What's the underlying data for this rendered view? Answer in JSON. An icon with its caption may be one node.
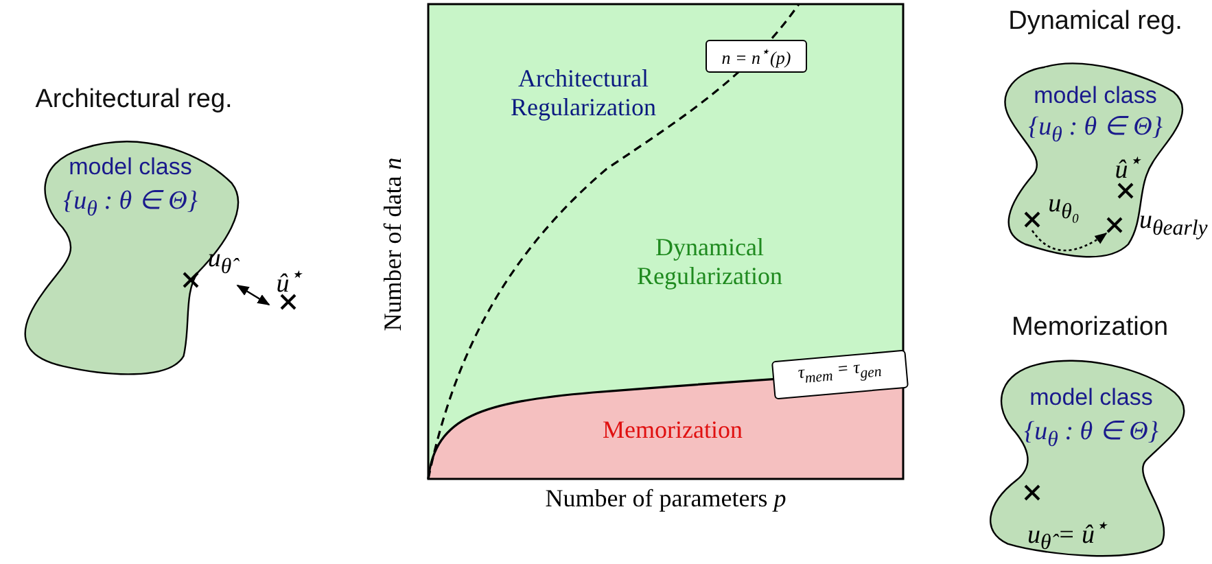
{
  "diagram": {
    "nodes": [
      {
        "text": [
          "Architectural reg.",
          "model class",
          "{u$_{θ}$ : θ ∈ Θ}"
        ]
      },
      {
        "text": [
          "u$_{θ̂}$"
        ]
      },
      {
        "text": [
          "û$^{⋆}$"
        ]
      },
      {
        "text": [
          "Dynamical reg.",
          "model class",
          "{u$_{θ}$ : θ ∈ Θ}"
        ]
      },
      {
        "text": [
          "û$^{⋆}$"
        ],
        "in": 3
      },
      {
        "text": [
          "u$_{θ₀}$"
        ],
        "in": 3
      },
      {
        "text": [
          "u$_{θearly}$"
        ]
      },
      {
        "text": [
          "Memorization",
          "model class",
          "{u$_{θ}$ : θ ∈ Θ}"
        ]
      },
      {
        "text": [
          "u$_{θ̂}$ = û$^{⋆}$"
        ],
        "in": 7
      },
      {
        "text": [
          "n = n$^{⋆}$(p)"
        ]
      },
      {
        "text": [
          "τ$_{mem}$ = τ$_{gen}$"
        ]
      }
    ],
    "edges": [
      {
        "from": 1,
        "to": 2,
        "arrow": "both"
      },
      {
        "from": 5,
        "to": 6,
        "arrow": "to",
        "style": "dashed"
      }
    ],
    "labels": [
      "Architectural Regularization",
      "Dynamical Regularization",
      "Memorization",
      "Number of data *n*",
      "Number of parameters *p*"
    ]
  }
}
